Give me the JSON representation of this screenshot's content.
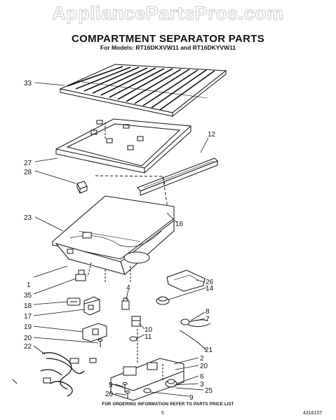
{
  "watermark": "AppliancePartsPros.com",
  "title": "COMPARTMENT SEPARATOR PARTS",
  "subtitle": "For Models: RT16DKXVW11 and RT16DKYVW11",
  "callouts": {
    "c33": "33",
    "c12": "12",
    "c27": "27",
    "c28": "28",
    "c16": "16",
    "c23": "23",
    "c1": "1",
    "c26": "26",
    "c35": "35",
    "c4": "4",
    "c14": "14",
    "c18": "18",
    "c8": "8",
    "c7": "7",
    "c17": "17",
    "c10": "10",
    "c19": "19",
    "c11": "11",
    "c20a": "20",
    "c21": "21",
    "c22": "22",
    "c2": "2",
    "c20b": "20",
    "c6": "6",
    "c5": "5",
    "c3": "3",
    "c20c": "20",
    "c25": "25",
    "c9": "9"
  },
  "footer_note": "FOR ORDERING INFORMATION REFER TO PARTS PRICE LIST",
  "page_number": "5",
  "part_code": "4316107"
}
